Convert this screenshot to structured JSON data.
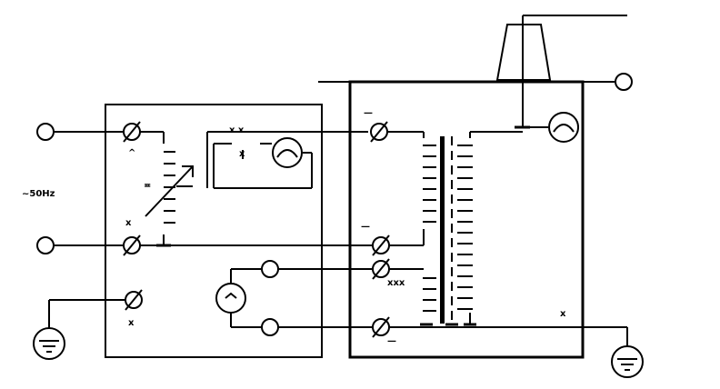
{
  "source": {
    "frequency_label": "~50Hz"
  },
  "left_panel": {
    "labels": [
      "^",
      "x",
      "≖",
      "x",
      "x x",
      "x"
    ]
  },
  "right_panel": {
    "labels": [
      "—",
      "—",
      "xxx",
      "—",
      "x"
    ]
  }
}
